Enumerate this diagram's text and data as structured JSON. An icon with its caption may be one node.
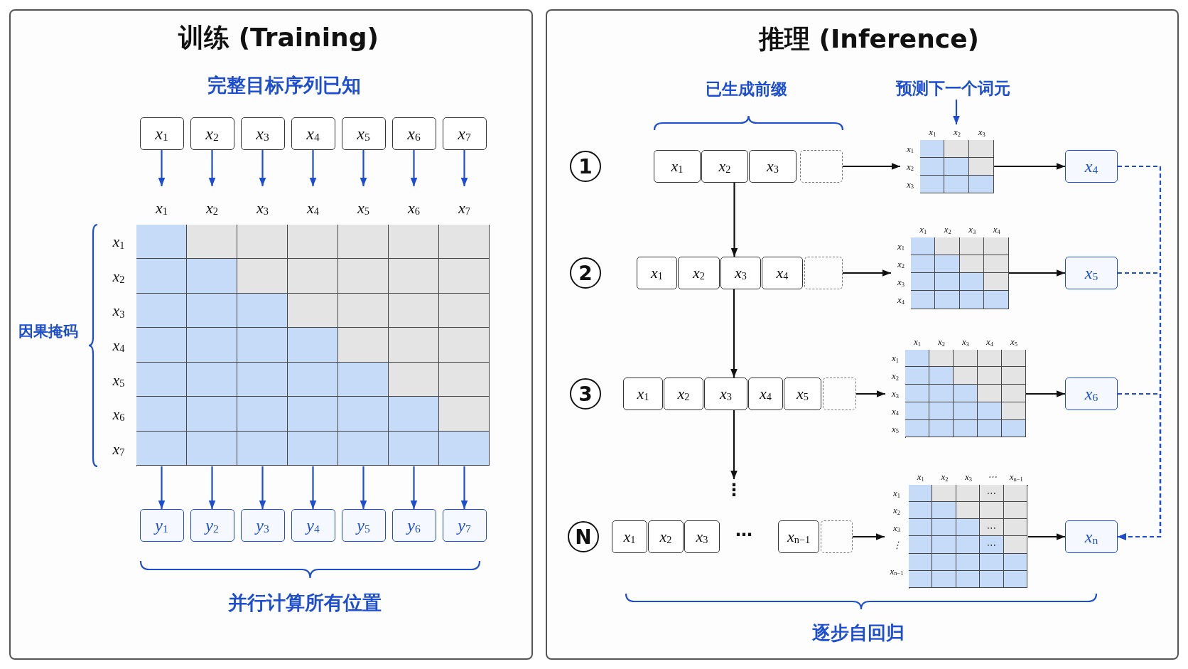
{
  "diagram": {
    "nodes": [
      {
        "text": [
          "训练 (Training)"
        ]
      },
      {
        "text": [
          "x$_{1}$"
        ],
        "in": 0
      },
      {
        "text": [
          "x$_{2}$"
        ],
        "in": 0
      },
      {
        "text": [
          "x$_{3}$"
        ],
        "in": 0
      },
      {
        "text": [
          "x$_{4}$"
        ],
        "in": 0
      },
      {
        "text": [
          "x$_{5}$"
        ],
        "in": 0
      },
      {
        "text": [
          "x$_{6}$"
        ],
        "in": 0
      },
      {
        "text": [
          "x$_{7}$"
        ],
        "in": 0
      },
      {
        "text": [
          "x$_{1}$",
          "x$_{2}$",
          "x$_{3}$",
          "x$_{4}$",
          "x$_{5}$",
          "x$_{6}$",
          "x$_{7}$",
          "x$_{1}$",
          "x$_{2}$",
          "x$_{3}$",
          "x$_{4}$",
          "x$_{5}$",
          "x$_{6}$",
          "x$_{7}$"
        ],
        "in": 0
      },
      {
        "text": [
          "y$_{1}$"
        ],
        "in": 0
      },
      {
        "text": [
          "y$_{2}$"
        ],
        "in": 0
      },
      {
        "text": [
          "y$_{3}$"
        ],
        "in": 0
      },
      {
        "text": [
          "y$_{4}$"
        ],
        "in": 0
      },
      {
        "text": [
          "y$_{5}$"
        ],
        "in": 0
      },
      {
        "text": [
          "y$_{6}$"
        ],
        "in": 0
      },
      {
        "text": [
          "y$_{7}$"
        ],
        "in": 0
      },
      {
        "text": [
          "推理 (Inference)"
        ]
      },
      {
        "text": [
          "预测下一个词元"
        ],
        "in": 16
      },
      {
        "text": [
          "1"
        ],
        "in": 16
      },
      {
        "text": [
          "x$_{1}$"
        ],
        "in": 16
      },
      {
        "text": [
          "x$_{2}$"
        ],
        "in": 16
      },
      {
        "text": [
          "x$_{3}$"
        ],
        "in": 16
      },
      {
        "text": [],
        "shape": "box",
        "in": 16
      },
      {
        "text": [
          "x$_{1}$",
          "x$_{2}$",
          "x$_{3}$",
          "x$_{1}$",
          "x$_{2}$",
          "x$_{3}$"
        ],
        "in": 16
      },
      {
        "text": [
          "x$_{4}$"
        ],
        "in": 16
      },
      {
        "text": [
          "2"
        ],
        "in": 16
      },
      {
        "text": [
          "x$_{1}$"
        ],
        "in": 16
      },
      {
        "text": [
          "x$_{2}$"
        ],
        "in": 16
      },
      {
        "text": [
          "x$_{3}$"
        ],
        "in": 16
      },
      {
        "text": [
          "x$_{4}$"
        ],
        "in": 16
      },
      {
        "text": [],
        "shape": "box",
        "in": 16
      },
      {
        "text": [
          "x$_{1}$",
          "x$_{2}$",
          "x$_{3}$",
          "x$_{4}$",
          "x$_{1}$",
          "x$_{2}$",
          "x$_{3}$",
          "x$_{4}$"
        ],
        "in": 16
      },
      {
        "text": [
          "x$_{5}$"
        ],
        "in": 16
      },
      {
        "text": [
          "3"
        ],
        "in": 16
      },
      {
        "text": [
          "x$_{1}$"
        ],
        "in": 16
      },
      {
        "text": [
          "x$_{2}$"
        ],
        "in": 16
      },
      {
        "text": [
          "x$_{3}$"
        ],
        "in": 16
      },
      {
        "text": [
          "x$_{4}$"
        ],
        "in": 16
      },
      {
        "text": [
          "x$_{5}$"
        ],
        "in": 16
      },
      {
        "text": [],
        "shape": "box",
        "in": 16
      },
      {
        "text": [
          "x$_{1}$",
          "x$_{2}$",
          "x$_{3}$",
          "x$_{4}$",
          "x$_{5}$",
          "x$_{1}$",
          "x$_{2}$",
          "x$_{3}$",
          "x$_{4}$",
          "x$_{5}$"
        ],
        "in": 16
      },
      {
        "text": [
          "x$_{6}$"
        ],
        "in": 16
      },
      {
        "text": [
          "⋮"
        ],
        "in": 16
      },
      {
        "text": [
          "N"
        ],
        "in": 16
      },
      {
        "text": [
          "x$_{1}$"
        ],
        "in": 16
      },
      {
        "text": [
          "x$_{2}$"
        ],
        "in": 16
      },
      {
        "text": [
          "x$_{3}$"
        ],
        "in": 16
      },
      {
        "text": [
          "x$_{n−1}$"
        ],
        "in": 16
      },
      {
        "text": [],
        "shape": "box",
        "in": 16
      },
      {
        "text": [
          "x$_{1}$",
          "x$_{2}$",
          "x$_{3}$",
          "⋯",
          "x$_{n−1}$",
          "x$_{1}$",
          "x$_{2}$",
          "x$_{3}$",
          "⋮",
          "x$_{n−1}$",
          "⋯",
          "⋯",
          "⋯"
        ],
        "in": 16
      },
      {
        "text": [
          "x$_{n}$"
        ],
        "in": 16
      }
    ],
    "edges": [
      {
        "from": 1,
        "to": 8,
        "arrow": "to"
      },
      {
        "from": 2,
        "to": 8,
        "arrow": "to"
      },
      {
        "from": 3,
        "to": 8,
        "arrow": "to"
      },
      {
        "from": 4,
        "to": 8,
        "arrow": "to"
      },
      {
        "from": 5,
        "to": 8,
        "arrow": "to"
      },
      {
        "from": 6,
        "to": 8,
        "arrow": "to"
      },
      {
        "from": 7,
        "to": 8,
        "arrow": "to"
      },
      {
        "from": 8,
        "to": 9,
        "arrow": "to"
      },
      {
        "from": 8,
        "to": 10,
        "arrow": "to"
      },
      {
        "from": 8,
        "to": 11,
        "arrow": "to"
      },
      {
        "from": 8,
        "to": 12,
        "arrow": "to"
      },
      {
        "from": 8,
        "to": 13,
        "arrow": "to"
      },
      {
        "from": 8,
        "to": 14,
        "arrow": "to"
      },
      {
        "from": 8,
        "to": 15,
        "arrow": "to"
      },
      {
        "from": 17,
        "to": 23,
        "arrow": "to"
      },
      {
        "from": 22,
        "to": 23,
        "arrow": "to",
        "color": "#111111"
      },
      {
        "from": 23,
        "to": 24,
        "arrow": "to",
        "color": "#111111"
      },
      {
        "from": 20,
        "to": 28,
        "arrow": "to",
        "color": "#111111"
      },
      {
        "from": 30,
        "to": 31,
        "arrow": "to",
        "color": "#111111"
      },
      {
        "from": 31,
        "to": 32,
        "arrow": "to",
        "color": "#111111"
      },
      {
        "from": 28,
        "to": 36,
        "arrow": "to",
        "color": "#111111"
      },
      {
        "from": 39,
        "to": 40,
        "arrow": "to",
        "color": "#111111"
      },
      {
        "from": 40,
        "to": 41,
        "arrow": "to",
        "color": "#111111"
      },
      {
        "from": 36,
        "to": 42,
        "arrow": "to",
        "color": "#111111"
      },
      {
        "from": 48,
        "to": 49,
        "arrow": "to",
        "color": "#111111"
      },
      {
        "from": 49,
        "to": 50,
        "arrow": "to",
        "color": "#111111"
      },
      {
        "from": 24,
        "to": 50,
        "arrow": "to",
        "style": "dashed"
      },
      {
        "from": 32,
        "to": 50,
        "arrow": "to",
        "style": "dashed"
      },
      {
        "from": 41,
        "to": 50,
        "arrow": "to",
        "style": "dashed"
      }
    ],
    "labels": [
      "完整目标序列已知",
      "因果掩码",
      "并行计算所有位置",
      "已生成前缀",
      "⋯",
      "逐步自回归"
    ]
  }
}
